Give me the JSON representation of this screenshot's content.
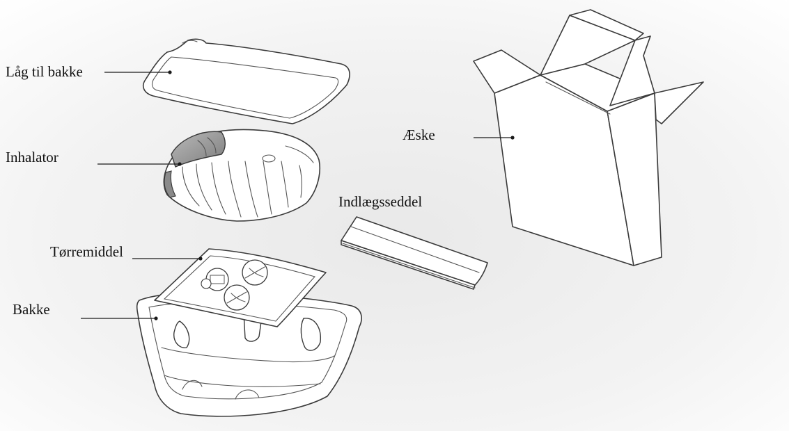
{
  "labels": {
    "lid": "Låg til bakke",
    "inhaler": "Inhalator",
    "desiccant": "Tørremiddel",
    "tray": "Bakke",
    "leaflet": "Indlægsseddel",
    "box": "Æske"
  },
  "icons": [
    "tray-lid-illustration",
    "inhaler-illustration",
    "desiccant-sachet-illustration",
    "tray-illustration",
    "package-leaflet-illustration",
    "carton-box-illustration"
  ]
}
